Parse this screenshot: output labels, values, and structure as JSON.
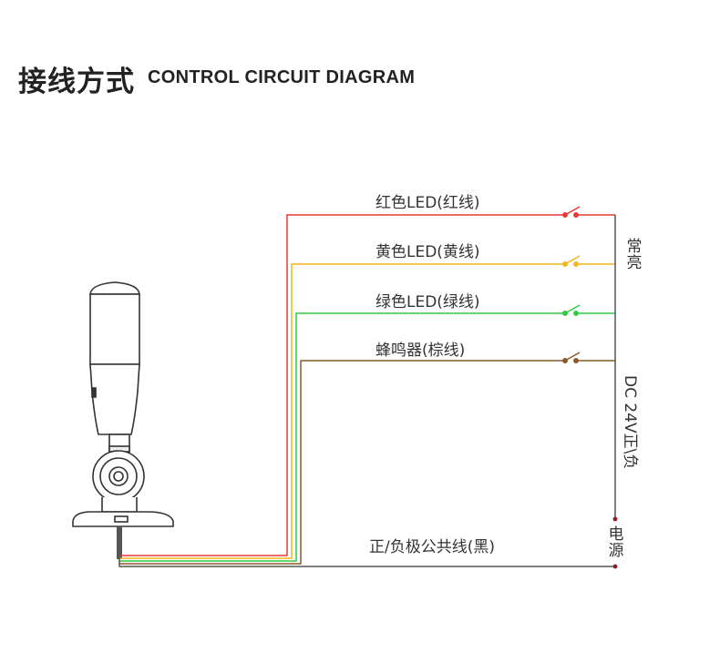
{
  "header": {
    "title_zh": "接线方式",
    "title_en": "CONTROL CIRCUIT DIAGRAM"
  },
  "wires": [
    {
      "label": "红色LED(红线)",
      "color": "#e53935"
    },
    {
      "label": "黄色LED(黄线)",
      "color": "#f2b51e"
    },
    {
      "label": "绿色LED(绿线)",
      "color": "#2ecc40"
    },
    {
      "label": "蜂鸣器(棕线)",
      "color": "#8b5a2b"
    }
  ],
  "common_wire": {
    "label": "正/负极公共线(黑)",
    "color": "#555555"
  },
  "right_labels": {
    "always_on": "常亮",
    "dc_supply": "DC 24V正\\负",
    "power": "电源"
  }
}
